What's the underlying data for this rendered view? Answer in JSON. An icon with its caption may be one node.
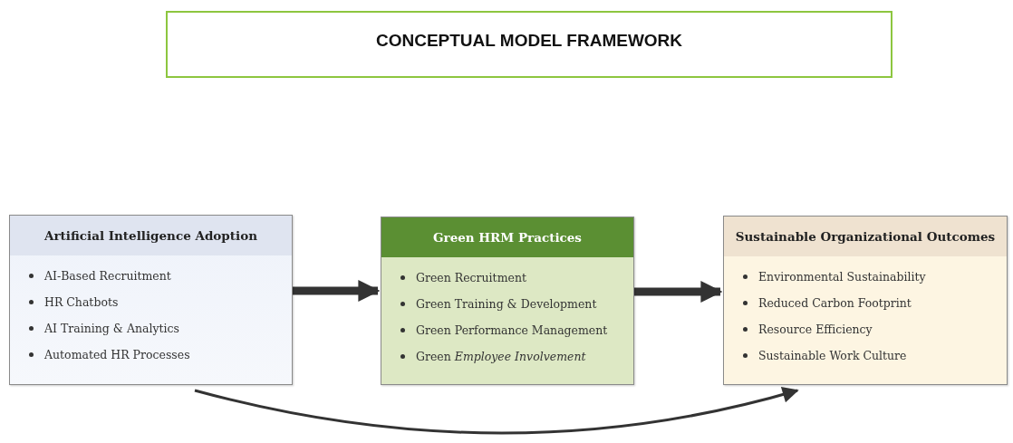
{
  "diagram": {
    "title": "CONCEPTUAL MODEL FRAMEWORK",
    "nodes": [
      {
        "text": [
          "Artificial Intelligence Adoption",
          "AI-Based Recruitment",
          "HR Chatbots",
          "AI Training & Analytics",
          "Automated HR Processes"
        ]
      },
      {
        "text": [
          "Green HRM Practices",
          "Green Recruitment",
          "Green Training & Development",
          "Green Performance Management",
          "Green *Employee Involvement*"
        ]
      },
      {
        "text": [
          "Sustainable Organizational Outcomes",
          "Environmental Sustainability",
          "Reduced Carbon Footprint",
          "Resource Efficiency",
          "Sustainable Work Culture"
        ]
      }
    ],
    "edges": [
      {
        "from": 0,
        "to": 1,
        "arrow": "to"
      },
      {
        "from": 1,
        "to": 2,
        "arrow": "to"
      },
      {
        "from": 0,
        "to": 2,
        "arrow": "to"
      }
    ]
  }
}
